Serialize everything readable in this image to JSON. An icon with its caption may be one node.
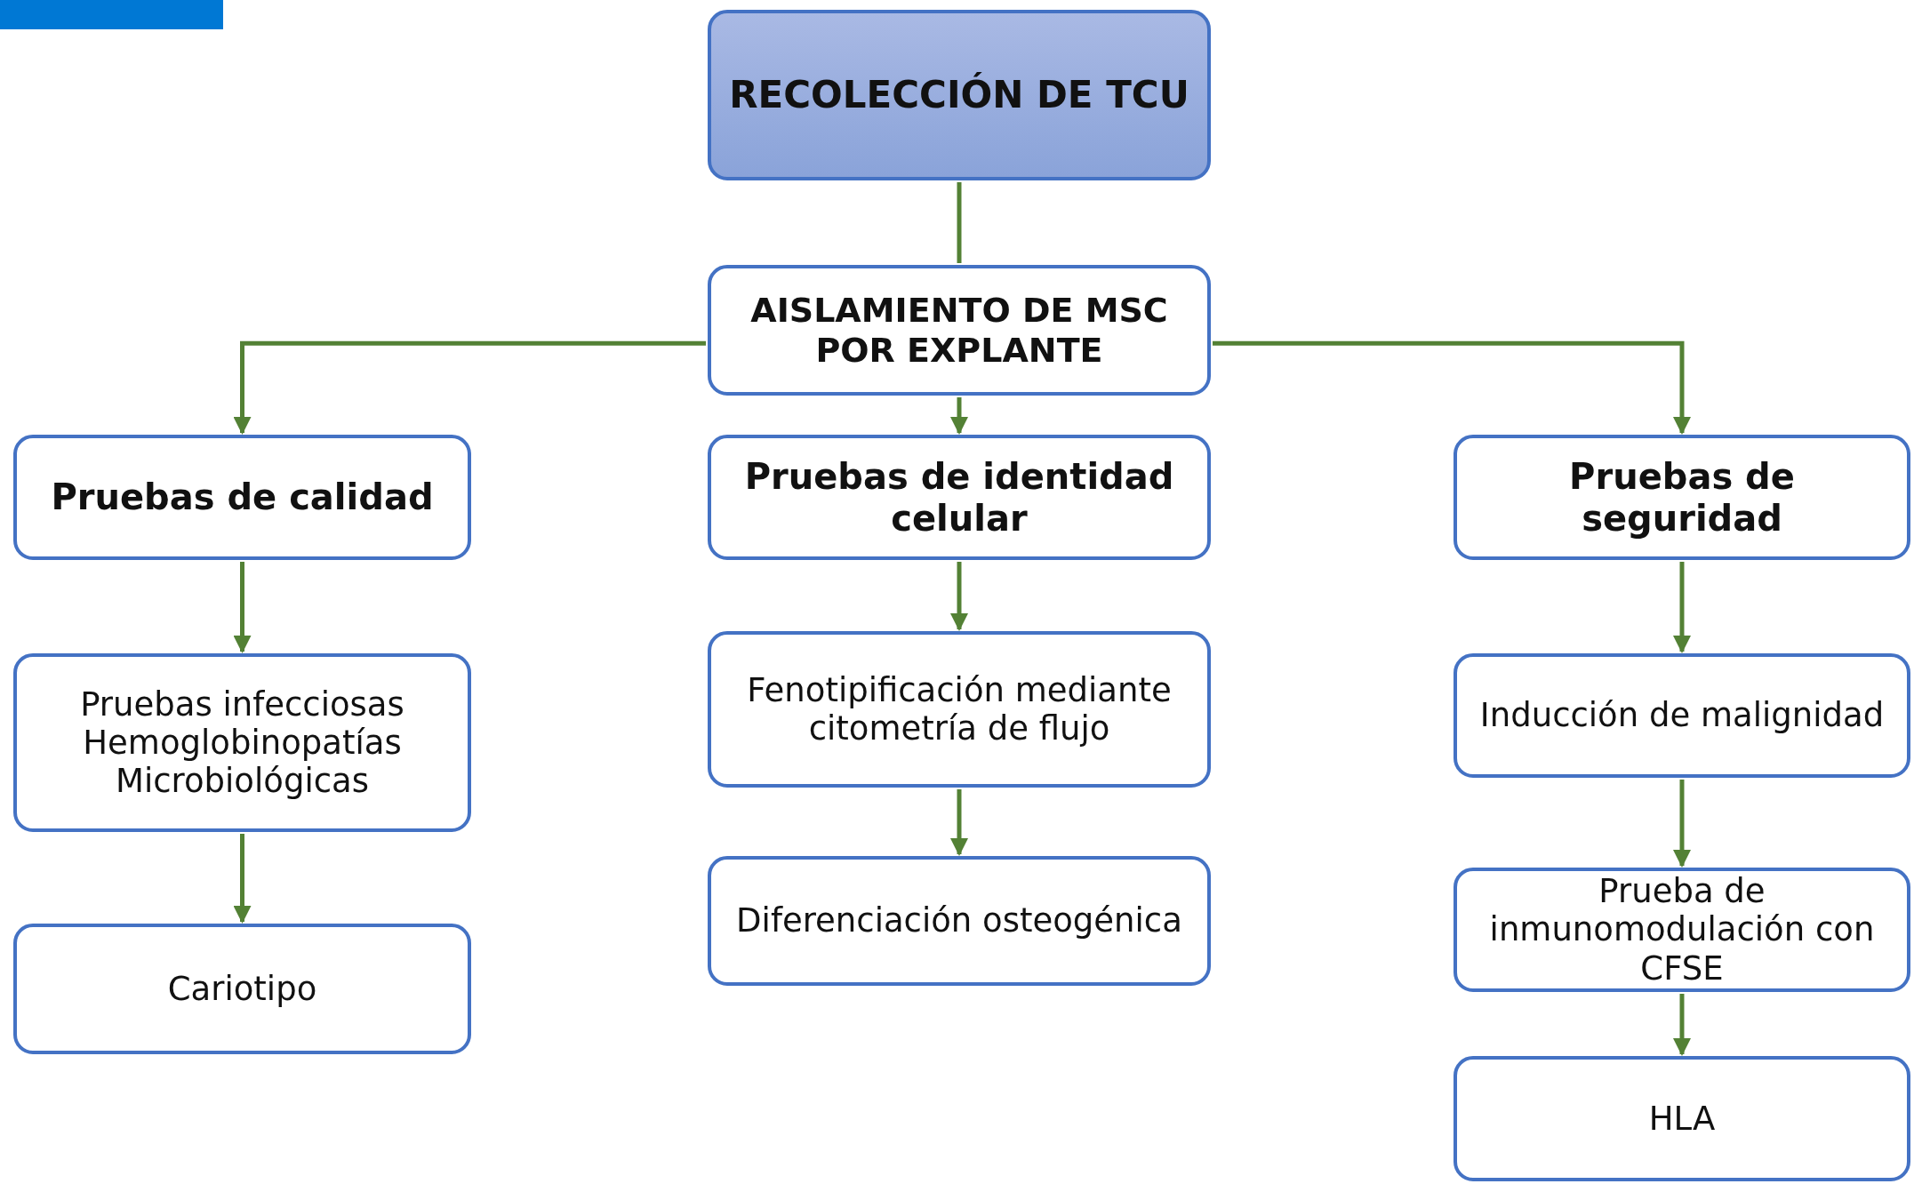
{
  "diagram": {
    "nodes": [
      {
        "text": [
          "RECOLECCIÓN DE TCU"
        ]
      },
      {
        "text": [
          "AISLAMIENTO DE MSC POR EXPLANTE"
        ]
      },
      {
        "text": [
          "Pruebas de calidad"
        ]
      },
      {
        "text": [
          "Pruebas de identidad celular"
        ]
      },
      {
        "text": [
          "Pruebas de seguridad"
        ]
      },
      {
        "text": [
          "Pruebas infecciosas Hemoglobinopatías Microbiológicas"
        ]
      },
      {
        "text": [
          "Cariotipo"
        ]
      },
      {
        "text": [
          "Fenotipificación mediante citometría de flujo"
        ]
      },
      {
        "text": [
          "Diferenciación osteogénica"
        ]
      },
      {
        "text": [
          "Inducción de malignidad"
        ]
      },
      {
        "text": [
          "Prueba de inmunomodulación con CFSE"
        ]
      },
      {
        "text": [
          "HLA"
        ]
      }
    ],
    "edges": [
      {
        "from": 0,
        "to": 1,
        "arrow": "none"
      },
      {
        "from": 1,
        "to": 2,
        "arrow": "to"
      },
      {
        "from": 1,
        "to": 3,
        "arrow": "to"
      },
      {
        "from": 1,
        "to": 4,
        "arrow": "to"
      },
      {
        "from": 2,
        "to": 5,
        "arrow": "to"
      },
      {
        "from": 5,
        "to": 6,
        "arrow": "to"
      },
      {
        "from": 3,
        "to": 7,
        "arrow": "to"
      },
      {
        "from": 7,
        "to": 8,
        "arrow": "to"
      },
      {
        "from": 4,
        "to": 9,
        "arrow": "to"
      },
      {
        "from": 9,
        "to": 10,
        "arrow": "to"
      },
      {
        "from": 10,
        "to": 11,
        "arrow": "to"
      }
    ]
  }
}
